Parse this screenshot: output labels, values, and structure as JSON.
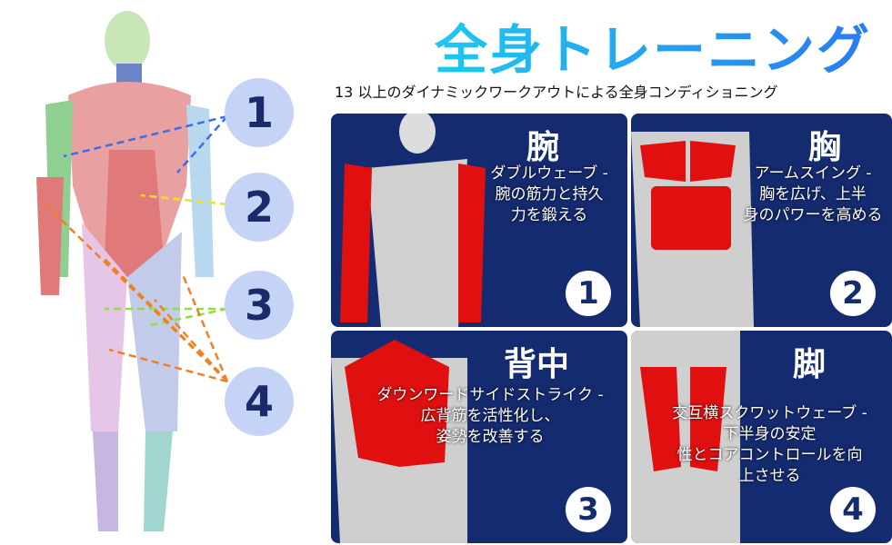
{
  "title": "全身トレーニング",
  "subtitle": "13 以上のダイナミックワークアウトによる全身コンディショニング",
  "markers": [
    "1",
    "2",
    "3",
    "4"
  ],
  "cards": [
    {
      "heading": "腕",
      "description": "ダブルウェーブ -\n腕の筋力と持久\n力を鍛える",
      "number": "1"
    },
    {
      "heading": "胸",
      "description": "アームスイング -\n胸を広げ、上半\n身のパワーを高める",
      "number": "2"
    },
    {
      "heading": "背中",
      "description": "ダウンワードサイドストライク -\n広背筋を活性化し、\n姿勢を改善する",
      "number": "3"
    },
    {
      "heading": "脚",
      "description": "交互横スクワットウェーブ -\n下半身の安定\n性とコアコントロールを向\n上させる",
      "number": "4"
    }
  ],
  "colors": {
    "card": "#152b70",
    "muscle": "#e01010",
    "marker": "#c5d3f7"
  }
}
